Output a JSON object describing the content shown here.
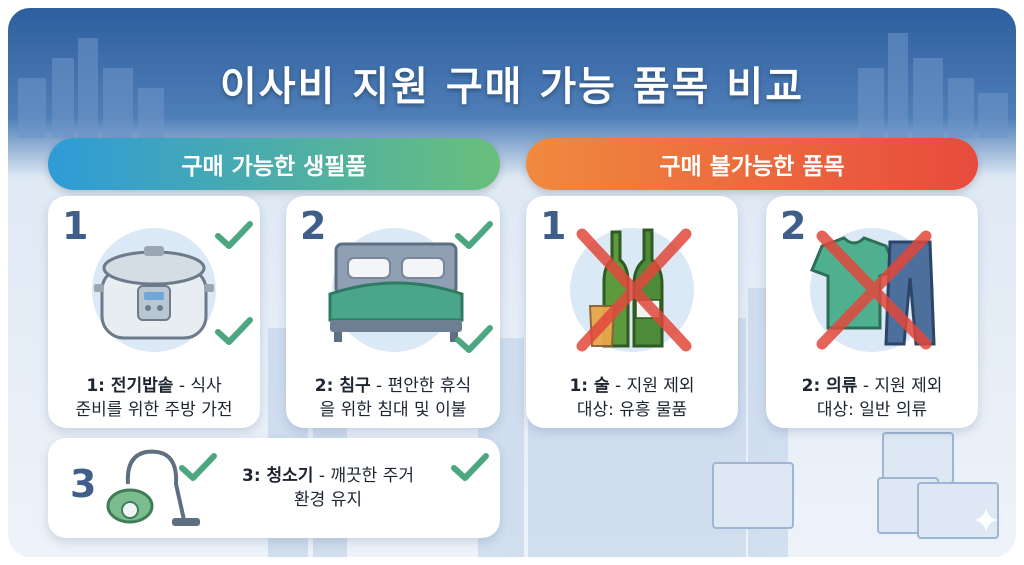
{
  "title": "이사비 지원 구매 가능 품목 비교",
  "allowed": {
    "header": "구매 가능한 생필품",
    "items": [
      {
        "num": "1",
        "name": "1: 전기밥솥",
        "desc_1": "- 식사",
        "desc_2": "준비를 위한 주방 가전",
        "icon": "rice-cooker-icon"
      },
      {
        "num": "2",
        "name": "2: 침구",
        "desc_1": "- 편안한 휴식",
        "desc_2": "을 위한 침대 및 이불",
        "icon": "bed-icon"
      },
      {
        "num": "3",
        "name": "3: 청소기",
        "desc_1": "- 깨끗한 주거",
        "desc_2": "환경 유지",
        "icon": "vacuum-cleaner-icon"
      }
    ]
  },
  "not_allowed": {
    "header": "구매 불가능한 품목",
    "items": [
      {
        "num": "1",
        "name": "1: 술",
        "desc_1": "- 지원 제외",
        "desc_2": "대상: 유흥 물품",
        "icon": "alcohol-bottles-icon"
      },
      {
        "num": "2",
        "name": "2: 의류",
        "desc_1": "- 지원 제외",
        "desc_2": "대상: 일반 의류",
        "icon": "clothing-icon"
      }
    ]
  },
  "colors": {
    "check": "#4ba77f",
    "cross": "#e2483c",
    "allowed_gradient": [
      "#2f9bd7",
      "#69bf7c"
    ],
    "not_allowed_gradient": [
      "#f08a3e",
      "#e84a3d"
    ]
  }
}
